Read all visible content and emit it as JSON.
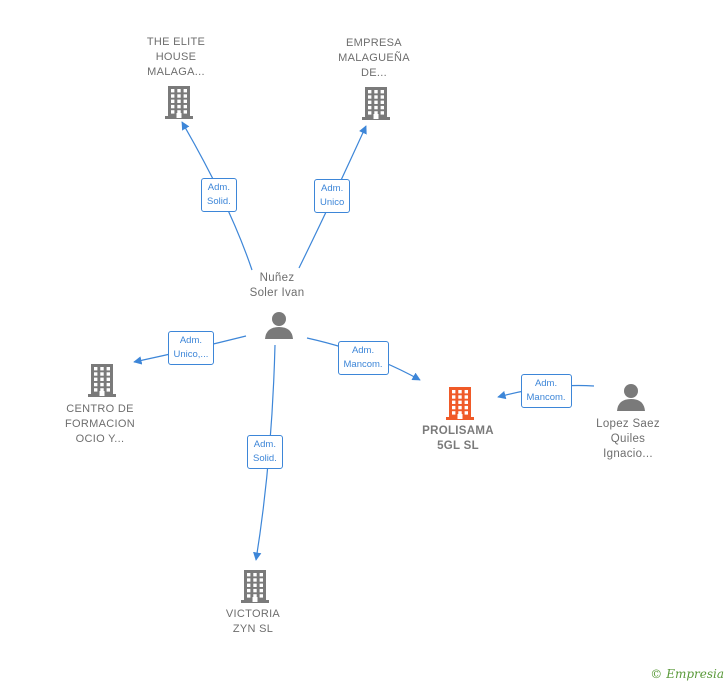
{
  "colors": {
    "edge": "#3d86d8",
    "building": "#7a7a7a",
    "focus_building": "#f05a28",
    "person": "#7a7a7a",
    "brand": "#5a9a3a"
  },
  "nodes": [
    {
      "id": "elite",
      "kind": "company",
      "icon": "building-icon",
      "label": "THE ELITE\nHOUSE\nMALAGA..."
    },
    {
      "id": "malaguena",
      "kind": "company",
      "icon": "building-icon",
      "label": "EMPRESA\nMALAGUEÑA\nDE..."
    },
    {
      "id": "nunez",
      "kind": "person",
      "icon": "person-icon",
      "label": "Nuñez\nSoler Ivan"
    },
    {
      "id": "centro",
      "kind": "company",
      "icon": "building-icon",
      "label": "CENTRO DE\nFORMACION\nOCIO Y..."
    },
    {
      "id": "prolisama",
      "kind": "focus",
      "icon": "building-icon",
      "label": "PROLISAMA\n5GL  SL"
    },
    {
      "id": "lopez",
      "kind": "person",
      "icon": "person-icon",
      "label": "Lopez Saez\nQuiles\nIgnacio..."
    },
    {
      "id": "victoria",
      "kind": "company",
      "icon": "building-icon",
      "label": "VICTORIA\nZYN  SL"
    }
  ],
  "edges": [
    {
      "from": "nunez",
      "to": "elite",
      "label1": "Adm.",
      "label2": "Solid."
    },
    {
      "from": "nunez",
      "to": "malaguena",
      "label1": "Adm.",
      "label2": "Unico"
    },
    {
      "from": "nunez",
      "to": "centro",
      "label1": "Adm.",
      "label2": "Unico,..."
    },
    {
      "from": "nunez",
      "to": "prolisama",
      "label1": "Adm.",
      "label2": "Mancom."
    },
    {
      "from": "nunez",
      "to": "victoria",
      "label1": "Adm.",
      "label2": "Solid."
    },
    {
      "from": "lopez",
      "to": "prolisama",
      "label1": "Adm.",
      "label2": "Mancom."
    }
  ],
  "brand": {
    "copyright": "©",
    "name": "Empresia"
  }
}
